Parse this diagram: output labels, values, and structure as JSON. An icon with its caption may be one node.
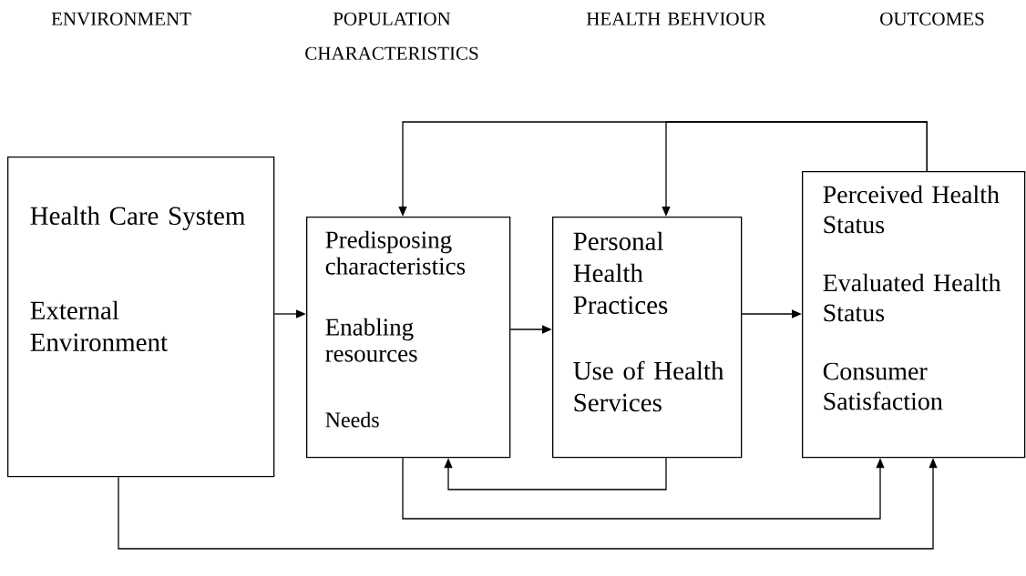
{
  "diagram": {
    "nodes": [
      {
        "text": [
          "Health Care System",
          "External Environment"
        ]
      },
      {
        "text": [
          "Predisposing characteristics",
          "Enabling resources",
          "Needs"
        ]
      },
      {
        "text": [
          "Personal Health Practices",
          "Use of Health Services"
        ]
      },
      {
        "text": [
          "Perceived Health Status",
          "Evaluated Health Status",
          "Consumer Satisfaction"
        ]
      }
    ],
    "edges": [
      {
        "from": 0,
        "to": 1,
        "arrow": "to"
      },
      {
        "from": 1,
        "to": 2,
        "arrow": "to"
      },
      {
        "from": 2,
        "to": 3,
        "arrow": "to"
      },
      {
        "from": 3,
        "to": 1,
        "arrow": "to"
      },
      {
        "from": 3,
        "to": 2,
        "arrow": "to"
      },
      {
        "from": 2,
        "to": 1,
        "arrow": "to"
      },
      {
        "from": 1,
        "to": 3,
        "arrow": "to"
      },
      {
        "from": 0,
        "to": 3,
        "arrow": "to"
      }
    ],
    "labels": [
      "ENVIRONMENT",
      "POPULATION CHARACTERISTICS",
      "HEALTH BEHVIOUR",
      "OUTCOMES"
    ]
  }
}
